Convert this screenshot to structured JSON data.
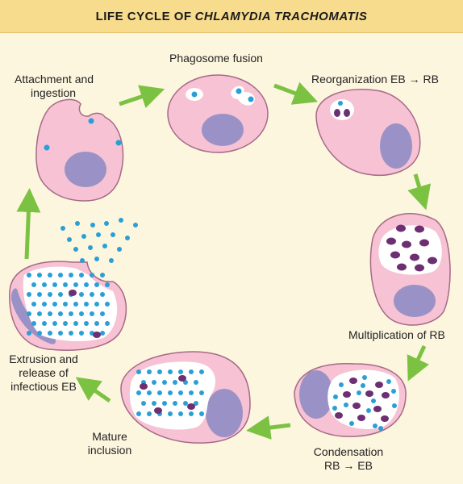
{
  "title": {
    "prefix": "LIFE CYCLE OF",
    "italic": "CHLAMYDIA TRACHOMATIS"
  },
  "stages": [
    {
      "id": "attachment",
      "line1": "Attachment and",
      "line2": "ingestion"
    },
    {
      "id": "phagosome",
      "line1": "Phagosome fusion"
    },
    {
      "id": "reorganization",
      "line1": "Reorganization EB → RB"
    },
    {
      "id": "multiplication",
      "line1": "Multiplication of RB"
    },
    {
      "id": "condensation",
      "line1": "Condensation",
      "line2": "RB → EB"
    },
    {
      "id": "mature",
      "line1": "Mature",
      "line2": "inclusion"
    },
    {
      "id": "extrusion",
      "line1": "Extrusion and",
      "line2": "release of",
      "line3": "infectious EB"
    }
  ],
  "colors": {
    "background": "#fdf6de",
    "title_bar": "#f8dc8e",
    "cell": "#f6c2d4",
    "cell_outline": "#a56a86",
    "nucleus": "#9a92c6",
    "eb": "#2a9fd6",
    "rb": "#6d2f72",
    "inclusion": "#ffffff",
    "arrow": "#7cc242"
  }
}
